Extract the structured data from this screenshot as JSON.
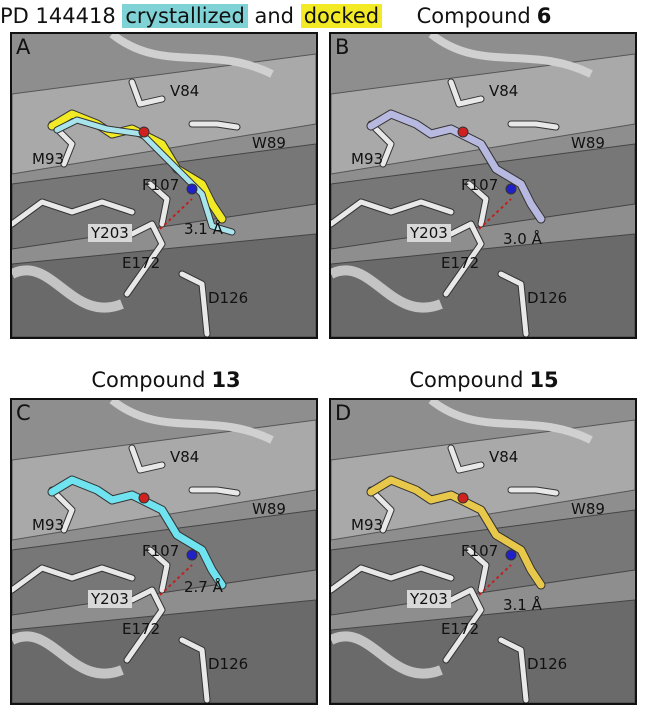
{
  "header": {
    "prefix": "PD 144418",
    "crystallized": "crystallized",
    "and": "and",
    "docked": "docked",
    "crystallized_color": "#7fd3d6",
    "docked_color": "#f2ea24"
  },
  "panels": [
    {
      "letter": "A",
      "title_text": "",
      "title_num": "",
      "distance": "3.1 Å",
      "ligand_color": "#f2ea24",
      "ligand2_color": "#a8e4ec",
      "labels": {
        "v84": "V84",
        "w89": "W89",
        "m93": "M93",
        "f107": "F107",
        "y203": "Y203",
        "e172": "E172",
        "d126": "D126"
      }
    },
    {
      "letter": "B",
      "title_text": "Compound",
      "title_num": "6",
      "distance": "3.0 Å",
      "ligand_color": "#b8b9e0",
      "ligand2_color": "",
      "labels": {
        "v84": "V84",
        "w89": "W89",
        "m93": "M93",
        "f107": "F107",
        "y203": "Y203",
        "e172": "E172",
        "d126": "D126"
      }
    },
    {
      "letter": "C",
      "title_text": "Compound",
      "title_num": "13",
      "distance": "2.7 Å",
      "ligand_color": "#6fe3ef",
      "ligand2_color": "",
      "labels": {
        "v84": "V84",
        "w89": "W89",
        "m93": "M93",
        "f107": "F107",
        "y203": "Y203",
        "e172": "E172",
        "d126": "D126"
      }
    },
    {
      "letter": "D",
      "title_text": "Compound",
      "title_num": "15",
      "distance": "3.1 Å",
      "ligand_color": "#e8c84a",
      "ligand2_color": "",
      "labels": {
        "v84": "V84",
        "w89": "W89",
        "m93": "M93",
        "f107": "F107",
        "y203": "Y203",
        "e172": "E172",
        "d126": "D126"
      }
    }
  ]
}
